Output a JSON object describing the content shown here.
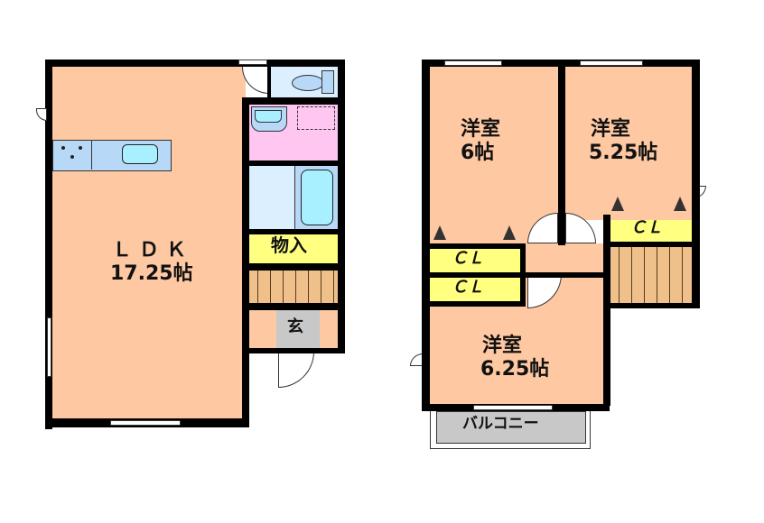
{
  "floor1": {
    "ldk": {
      "name": "ＬＤＫ",
      "size": "17.25帖"
    },
    "storage": {
      "name": "物入"
    },
    "entrance": {
      "name": "玄"
    }
  },
  "floor2": {
    "room_a": {
      "name": "洋室",
      "size": "6帖"
    },
    "room_b": {
      "name": "洋室",
      "size": "5.25帖"
    },
    "room_c": {
      "name": "洋室",
      "size": "6.25帖"
    },
    "closets": [
      {
        "name": "ＣＬ"
      },
      {
        "name": "ＣＬ"
      },
      {
        "name": "ＣＬ"
      }
    ],
    "balcony": {
      "name": "バルコニー"
    }
  },
  "colors": {
    "floor": "#fdc8a2",
    "wet_area": "#dcefff",
    "washroom": "#ffc6f2",
    "closet": "#ffff80",
    "stairs": "#f0c08a",
    "entrance": "#c8c8c8",
    "wall": "#000000"
  }
}
